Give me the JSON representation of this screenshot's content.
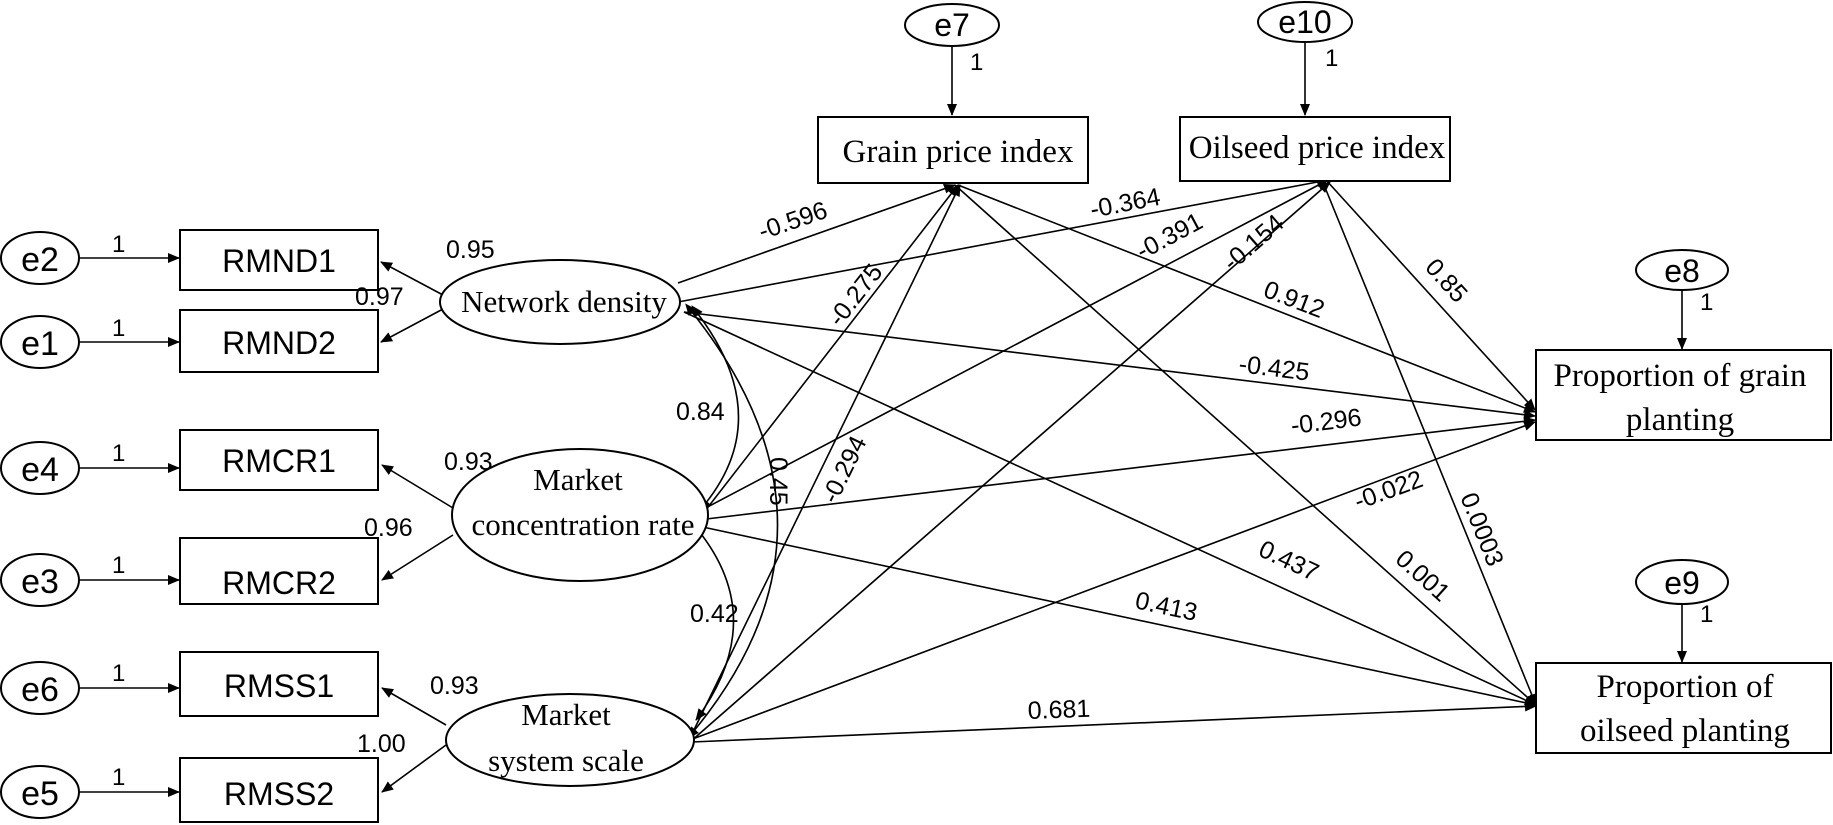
{
  "diagram": {
    "observed": {
      "rmnd1": "RMND1",
      "rmnd2": "RMND2",
      "rmcr1": "RMCR1",
      "rmcr2": "RMCR2",
      "rmss1": "RMSS1",
      "rmss2": "RMSS2",
      "grain_price": "Grain price index",
      "oilseed_price": "Oilseed price index",
      "prop_grain_1": "Proportion of grain",
      "prop_grain_2": "planting",
      "prop_oilseed_1": "Proportion of",
      "prop_oilseed_2": "oilseed planting"
    },
    "latent": {
      "network_density": "Network density",
      "market_concentration_1": "Market",
      "market_concentration_2": "concentration rate",
      "market_system_1": "Market",
      "market_system_2": "system scale"
    },
    "errors": {
      "e1": "e1",
      "e2": "e2",
      "e3": "e3",
      "e4": "e4",
      "e5": "e5",
      "e6": "e6",
      "e7": "e7",
      "e8": "e8",
      "e9": "e9",
      "e10": "e10"
    },
    "error_weight": "1",
    "loadings": {
      "rmnd1": "0.95",
      "rmnd2": "0.97",
      "rmcr1": "0.93",
      "rmcr2": "0.96",
      "rmss1": "0.93",
      "rmss2": "1.00"
    },
    "correlations": {
      "nd_mcr": "0.84",
      "nd_mss": "0.45",
      "mcr_mss": "0.42"
    },
    "paths": {
      "nd_grain": "-0.596",
      "nd_oilseed": "-0.364",
      "mcr_grain": "-0.275",
      "mss_grain": "-0.294",
      "mcr_oilseed": "-0.391",
      "mss_oilseed": "-0.154",
      "grain_propgrain": "0.912",
      "oilseed_propgrain": "0.85",
      "nd_propgrain": "-0.425",
      "mcr_propgrain": "-0.296",
      "mss_propgrain": "-0.022",
      "oilseed_propoil": "0.0003",
      "grain_propoil": "0.001",
      "nd_propoil": "0.437",
      "mcr_propoil": "0.413",
      "mss_propoil": "0.681"
    }
  }
}
